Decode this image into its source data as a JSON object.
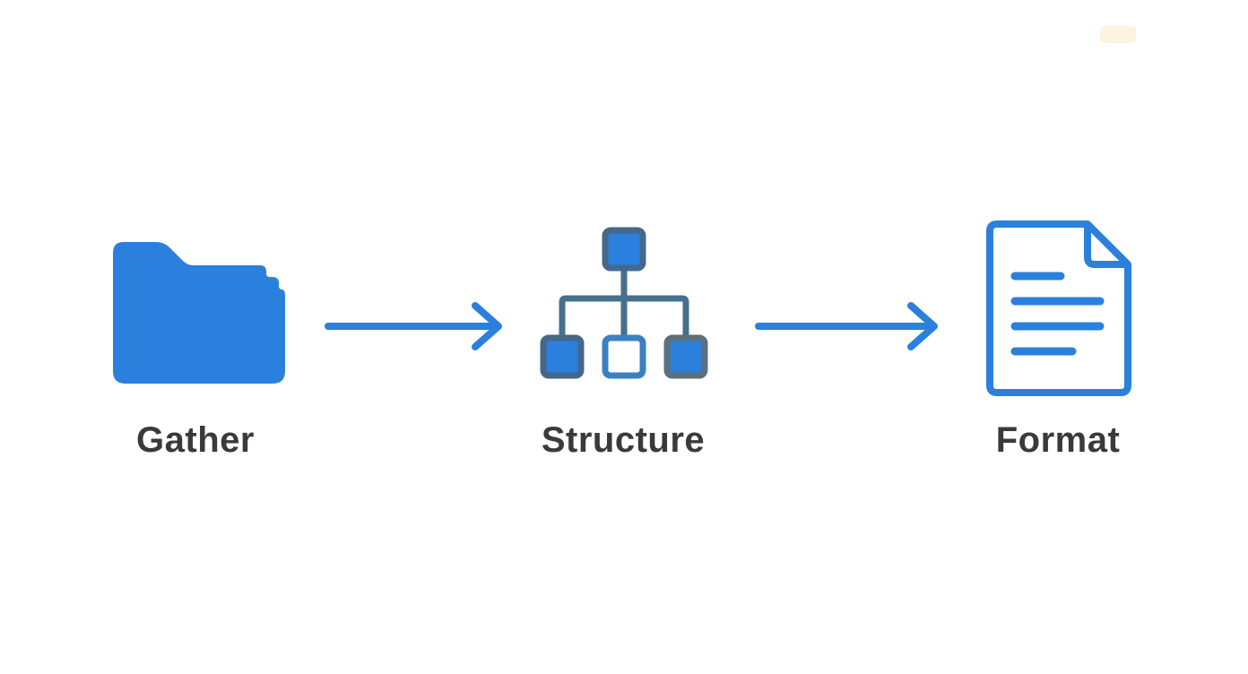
{
  "diagram": {
    "title": "process-flow",
    "steps": [
      {
        "label": "Gather",
        "icon": "folder-icon"
      },
      {
        "label": "Structure",
        "icon": "hierarchy-icon"
      },
      {
        "label": "Format",
        "icon": "document-icon"
      }
    ],
    "connectors": [
      {
        "type": "arrow-right",
        "from": "Gather",
        "to": "Structure"
      },
      {
        "type": "arrow-right",
        "from": "Structure",
        "to": "Format"
      }
    ]
  },
  "colors": {
    "accent_blue": "#2A80DC",
    "slate_line": "#46708E",
    "slate_border": "#45688A",
    "gray_border": "#5C6F7D",
    "mid_blue_border": "#3B81BF",
    "label_text": "#3A3A3A",
    "background": "#FFFFFF",
    "smudge": "#FDF4E0"
  }
}
